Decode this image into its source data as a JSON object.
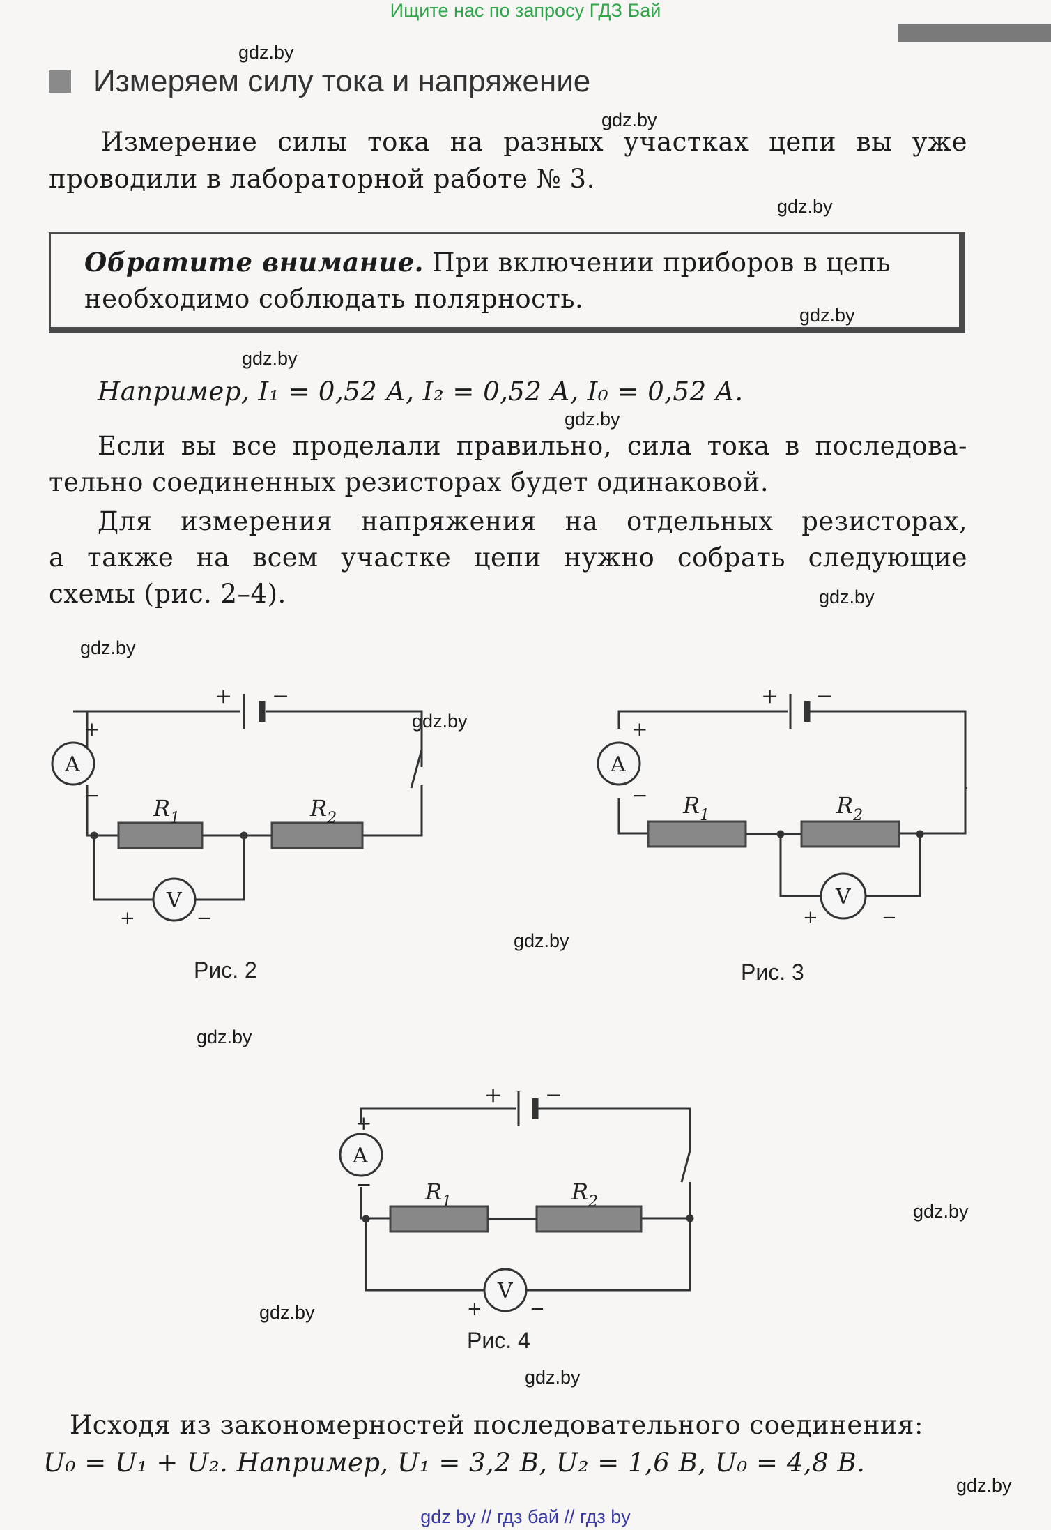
{
  "banner": "Ищите нас по запросу ГДЗ Бай",
  "watermark": "gdz.by",
  "heading": "Измеряем силу тока и напряжение",
  "para1": {
    "line1": "Измерение силы тока на разных участках цепи вы уже",
    "line2": "проводили в лабораторной работе № 3."
  },
  "note": {
    "bold_italic": "Обратите внимание.",
    "line1_rest": " При включении приборов в цепь",
    "line2": "необходимо соблюдать полярность."
  },
  "example_currents": "Например, I₁ = 0,52 А, I₂ = 0,52 А, I₀ = 0,52 А.",
  "para2": {
    "line1": "Если вы все проделали правильно, сила тока в последова-",
    "line2": "тельно соединенных резисторах будет одинаковой."
  },
  "para3": {
    "line1": "Для измерения напряжения на отдельных резисторах,",
    "line2": "а также на всем участке цепи нужно собрать следующие",
    "line3": "схемы (рис. 2–4)."
  },
  "figures": {
    "fig2": "Рис. 2",
    "fig3": "Рис. 3",
    "fig4": "Рис. 4",
    "ammeter": "A",
    "voltmeter": "V",
    "r1": "R",
    "r1_sub": "1",
    "r2": "R",
    "r2_sub": "2",
    "plus": "+",
    "minus": "−"
  },
  "para4": {
    "line1": "Исходя из закономерностей последовательного соединения:",
    "line2": "U₀ = U₁ + U₂. Например, U₁ = 3,2 В, U₂ = 1,6 В, U₀ = 4,8 В."
  },
  "footer": "gdz by  //  гдз бай  //  гдз by"
}
